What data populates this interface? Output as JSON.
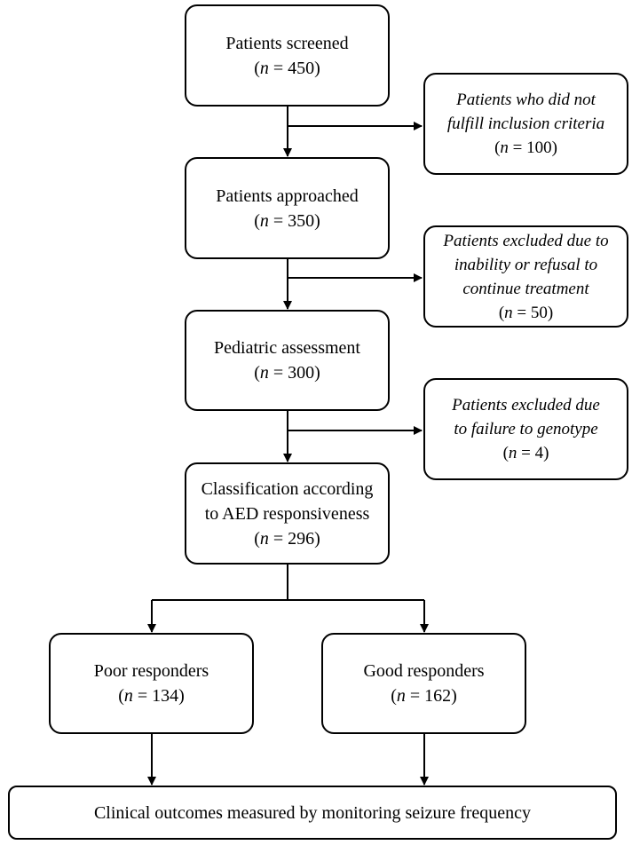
{
  "main_boxes": [
    {
      "lines": [
        "Patients screened"
      ],
      "n": "450"
    },
    {
      "lines": [
        "Patients approached"
      ],
      "n": "350"
    },
    {
      "lines": [
        "Pediatric assessment"
      ],
      "n": "300"
    },
    {
      "lines": [
        "Classification according",
        "to AED responsiveness"
      ],
      "n": "296"
    }
  ],
  "exclusion_boxes": [
    {
      "lines": [
        "Patients who did not",
        "fulfill inclusion criteria"
      ],
      "n": "100"
    },
    {
      "lines": [
        "Patients excluded due to",
        "inability or refusal to",
        "continue treatment"
      ],
      "n": "50"
    },
    {
      "lines": [
        "Patients excluded due",
        "to failure to genotype"
      ],
      "n": "4"
    }
  ],
  "responder_boxes": [
    {
      "lines": [
        "Poor responders"
      ],
      "n": "134"
    },
    {
      "lines": [
        "Good responders"
      ],
      "n": "162"
    }
  ],
  "final_box": {
    "text": "Clinical outcomes measured by monitoring seizure frequency"
  },
  "n_symbol": "n",
  "n_equals": " = "
}
